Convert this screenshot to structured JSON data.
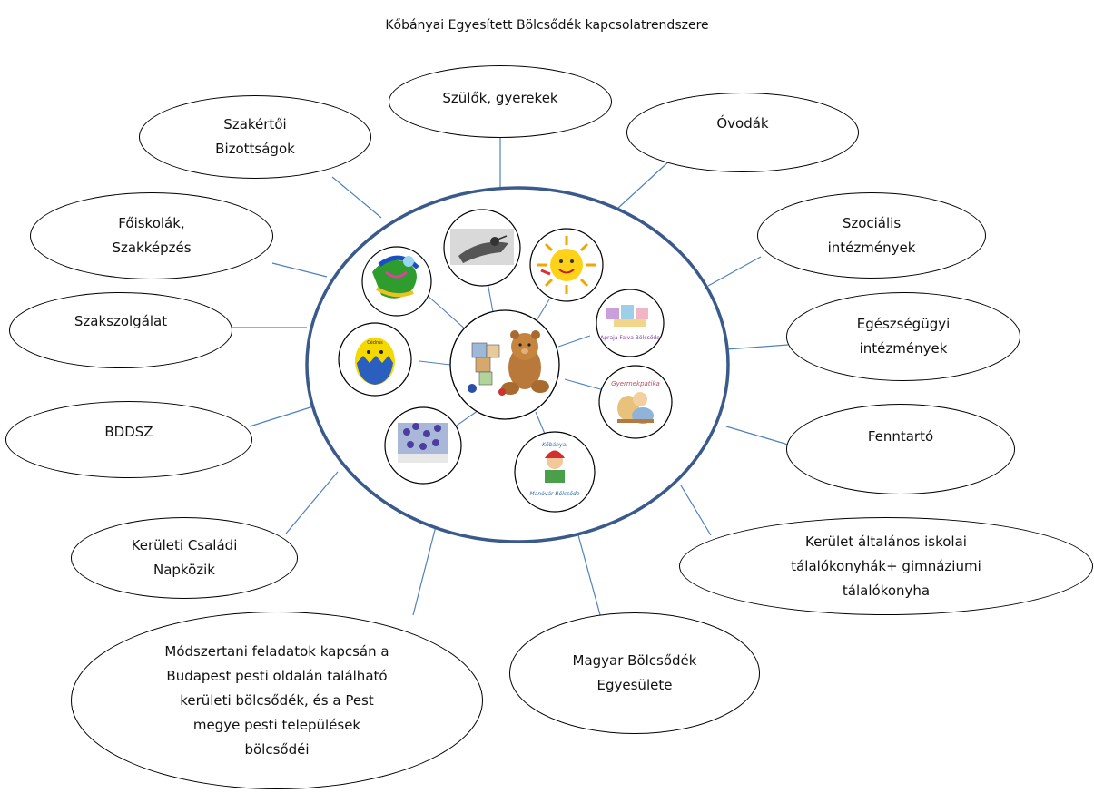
{
  "title": "Kőbányai Egyesített Bölcsődék kapcsolatrendszere",
  "nodes": [
    {
      "id": "szulok",
      "label": "Szülők, gyerekek"
    },
    {
      "id": "szakertoi",
      "label": "Szakértői\nBizottságok"
    },
    {
      "id": "ovodak",
      "label": "Óvodák"
    },
    {
      "id": "foiskolak",
      "label": "Főiskolák,\nSzakképzés"
    },
    {
      "id": "szocialis",
      "label": "Szociális\nintézmények"
    },
    {
      "id": "szakszolgalat",
      "label": "Szakszolgálat"
    },
    {
      "id": "egeszsegugyi",
      "label": "Egészségügyi\nintézmények"
    },
    {
      "id": "bddsz",
      "label": "BDDSZ"
    },
    {
      "id": "fenntarto",
      "label": "Fenntartó"
    },
    {
      "id": "keruleti-csaladi",
      "label": "Kerületi Családi\nNapközik"
    },
    {
      "id": "kerulet-iskolai",
      "label": "Kerület általános iskolai\ntálalókonyhák+ gimnáziumi\ntálalókonyha"
    },
    {
      "id": "modszertani",
      "label": "Módszertani  feladatok kapcsán a\nBudapest pesti oldalán található\nkerületi bölcsődék, és a Pest\nmegye pesti települések\nbölcsődéi"
    },
    {
      "id": "magyar-bolcsodek",
      "label": "Magyar Bölcsődék\nEgyesülete"
    }
  ],
  "logos": {
    "cedrus": "Cédrus",
    "apraja": "Apraja Falva Bölcsőde",
    "gyermekpatika": "Gyermekpatika",
    "kobanyai": "Kőbányai",
    "manovar": "Manóvár Bölcsőde"
  }
}
